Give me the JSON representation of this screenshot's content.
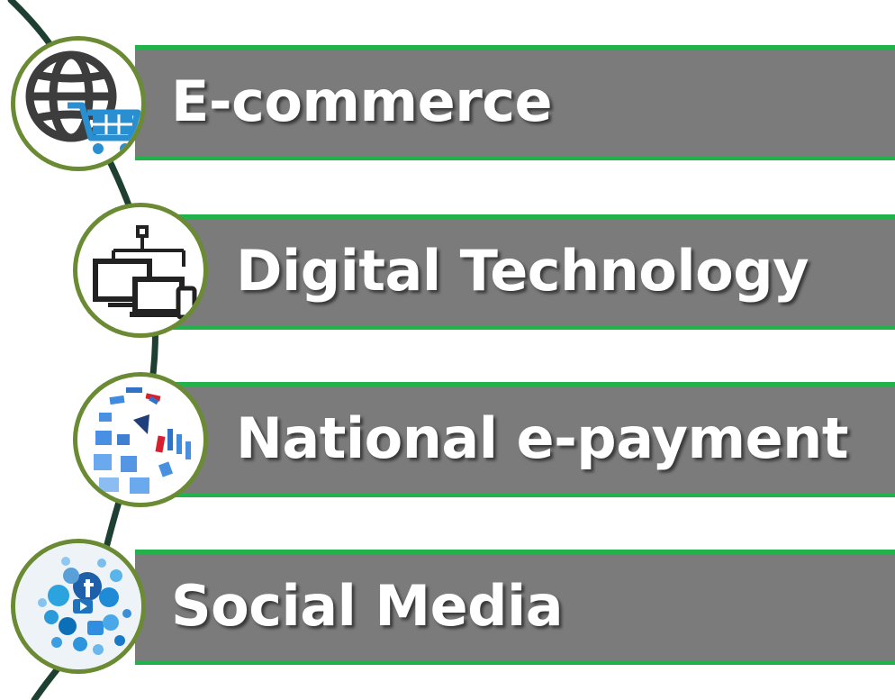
{
  "items": [
    {
      "label": "E-commerce",
      "icon": "globe-cart-icon"
    },
    {
      "label": "Digital Technology",
      "icon": "devices-network-icon"
    },
    {
      "label": "National e-payment",
      "icon": "swirl-squares-icon"
    },
    {
      "label": "Social Media",
      "icon": "social-media-cluster-icon"
    }
  ],
  "colors": {
    "bar_fill": "#7b7b7b",
    "bar_border": "#22b24c",
    "circle_border": "#6b8a34",
    "spine": "#1e4033",
    "label_text": "#ffffff"
  }
}
